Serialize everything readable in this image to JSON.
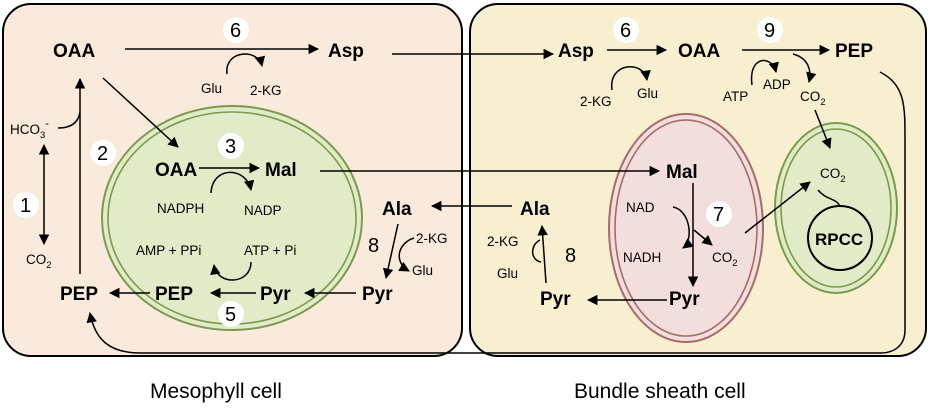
{
  "cells": {
    "mesophyll": "Mesophyll cell",
    "bundle_sheath": "Bundle sheath cell"
  },
  "metabolites": {
    "m_oaa": "OAA",
    "m_asp": "Asp",
    "m_hco3": "HCO",
    "m_hco3_sub": "3",
    "m_hco3_sup": "-",
    "m_co2": "CO",
    "m_co2_sub": "2",
    "m_pep": "PEP",
    "c_oaa": "OAA",
    "c_mal": "Mal",
    "c_nadph": "NADPH",
    "c_nadp": "NADP",
    "c_amp": "AMP + PPi",
    "c_atp": "ATP + Pi",
    "c_pep": "PEP",
    "c_pyr": "Pyr",
    "m_glu6": "Glu",
    "m_kg6": "2-KG",
    "m_ala": "Ala",
    "m_kg8": "2-KG",
    "m_glu8": "Glu",
    "m_pyr": "Pyr",
    "b_asp": "Asp",
    "b_oaa": "OAA",
    "b_pep": "PEP",
    "b_kg6": "2-KG",
    "b_glu6": "Glu",
    "b_atp": "ATP",
    "b_adp": "ADP",
    "b_co2": "CO",
    "b_co2_sub": "2",
    "b_ala": "Ala",
    "b_kg8": "2-KG",
    "b_glu8": "Glu",
    "b_pyr": "Pyr",
    "t_mal": "Mal",
    "t_nad": "NAD",
    "t_nadh": "NADH",
    "t_co2": "CO",
    "t_co2_sub": "2",
    "t_pyr": "Pyr",
    "g_co2": "CO",
    "g_co2_sub": "2",
    "g_rpcc": "RPCC"
  },
  "steps": {
    "s1": "1",
    "s2": "2",
    "s3": "3",
    "s5": "5",
    "s6a": "6",
    "s6b": "6",
    "s7": "7",
    "s8a": "8",
    "s8b": "8",
    "s9": "9"
  },
  "colors": {
    "mesophyll_fill": "#f9eadb",
    "bundle_fill": "#f7efcf",
    "chloroplast_fill": "#e2ebc7",
    "chloroplast_stroke": "#7a9a4e",
    "mito_fill": "#f3dede",
    "mito_stroke": "#a86a6a",
    "circle_fill": "#ffffff"
  }
}
